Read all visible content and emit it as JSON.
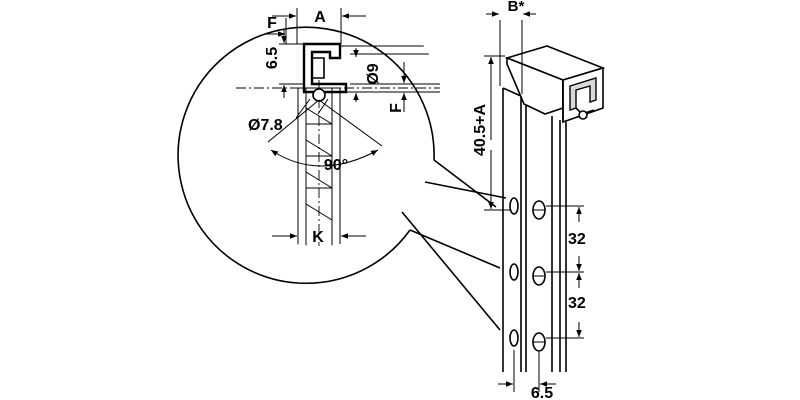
{
  "labels": {
    "A": "A",
    "F_top": "F",
    "F_side": "F",
    "h65": "6.5",
    "d9": "Ø9",
    "d78": "Ø7.8",
    "angle": "90°",
    "K": "K",
    "Bstar": "B*",
    "h405A": "40.5+A",
    "p32a": "32",
    "p32b": "32",
    "w65": "6.5"
  }
}
